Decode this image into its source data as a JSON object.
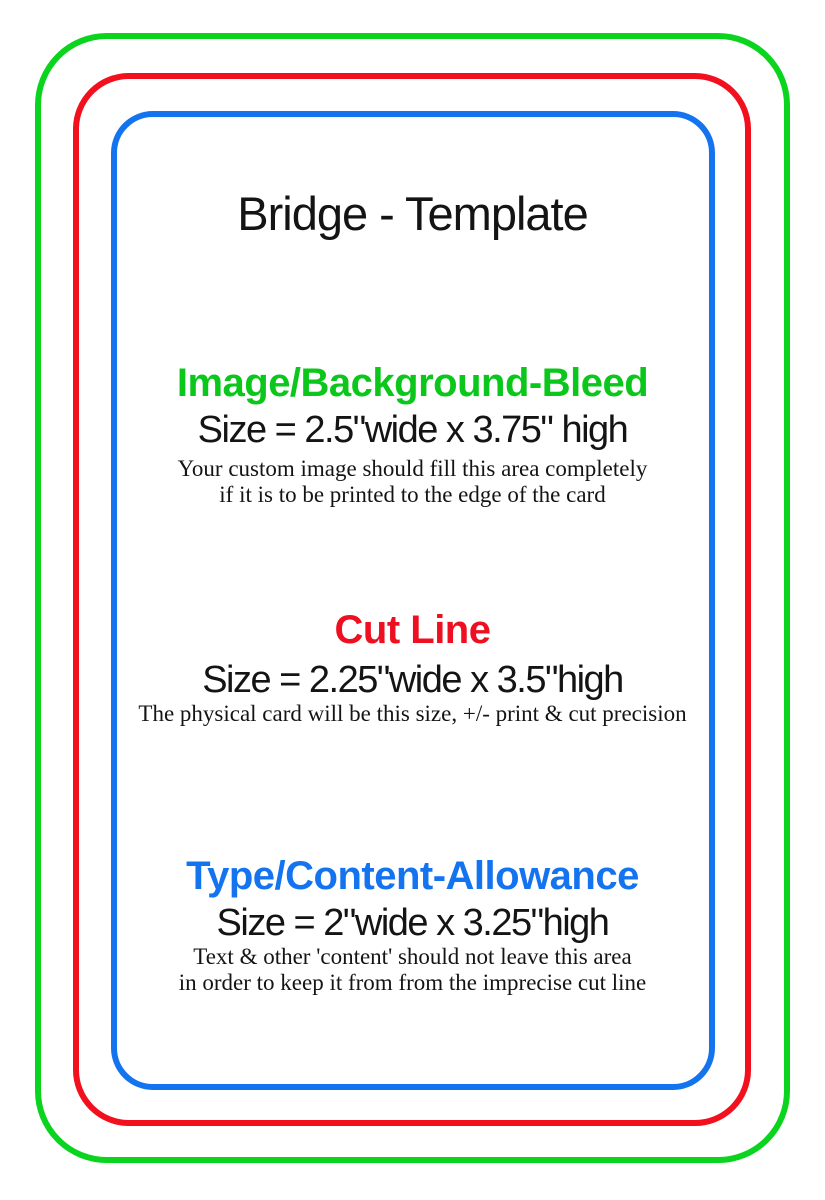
{
  "title": "Bridge - Template",
  "colors": {
    "bleed_green": "#0bd41e",
    "cut_red": "#f2101e",
    "content_blue": "#1474f0",
    "text": "#141414",
    "background": "#ffffff"
  },
  "sections": {
    "bleed": {
      "heading": "Image/Background-Bleed",
      "size": "Size = 2.5\"wide x 3.75\" high",
      "caption_line1": "Your custom image should fill this area completely",
      "caption_line2": "if it is to be printed to the edge of the card"
    },
    "cut": {
      "heading": "Cut Line",
      "size": "Size = 2.25\"wide x 3.5\"high",
      "caption_line1": "The physical card will be this size, +/- print & cut precision"
    },
    "content": {
      "heading": "Type/Content-Allowance",
      "size": "Size = 2\"wide x 3.25\"high",
      "caption_line1": "Text & other 'content' should not leave this area",
      "caption_line2": "in order to keep it from from the imprecise cut line"
    }
  }
}
